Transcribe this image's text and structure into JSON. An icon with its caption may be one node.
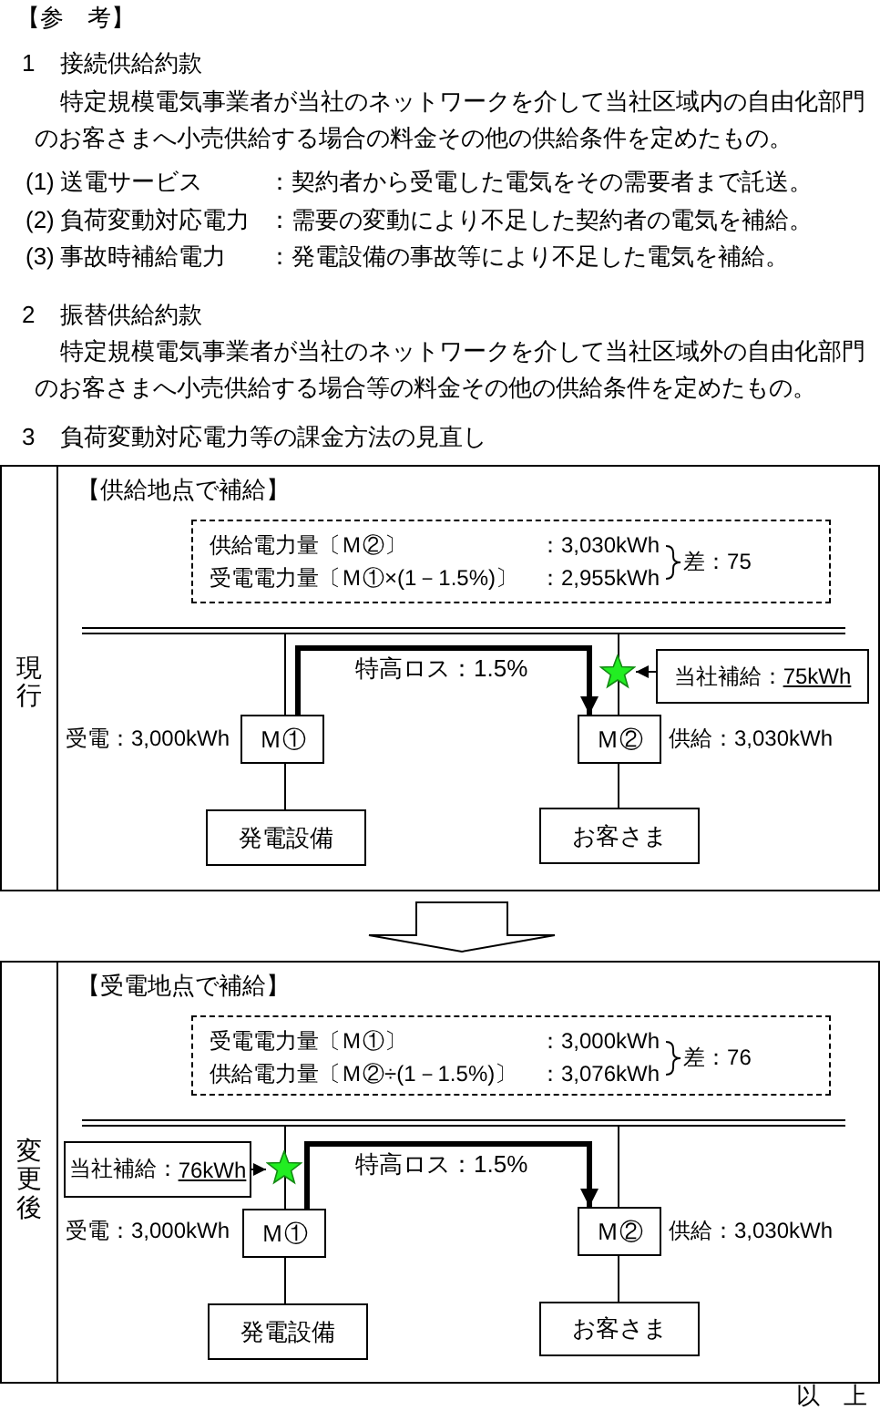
{
  "diagram": {
    "title": "【参　考】",
    "nodes": [
      {
        "text": [
          "現行",
          "【供給地点で補給】"
        ]
      },
      {
        "text": [
          "供給電力量〔Ｍ②〕",
          "：3,030kWh",
          "受電電力量〔Ｍ①×(1－1.5%)〕",
          "：2,955kWh",
          "差：75"
        ],
        "in": 0
      },
      {
        "text": [],
        "shape": "bar",
        "in": 0
      },
      {
        "text": [],
        "shape": "star",
        "in": 0
      },
      {
        "text": [
          "当社補給：",
          "75kWh"
        ],
        "in": 0
      },
      {
        "text": [
          "Ｍ①"
        ],
        "beside": [
          "受電：3,000kWh"
        ],
        "in": 0
      },
      {
        "text": [
          "Ｍ②"
        ],
        "beside": [
          "供給：3,030kWh"
        ],
        "in": 0
      },
      {
        "text": [
          "発電設備"
        ],
        "in": 0
      },
      {
        "text": [
          "お客さま"
        ],
        "in": 0
      },
      {
        "text": [
          "変更後",
          "【受電地点で補給】"
        ]
      },
      {
        "text": [
          "受電電力量〔Ｍ①〕",
          "：3,000kWh",
          "供給電力量〔Ｍ②÷(1－1.5%)〕",
          "：3,076kWh",
          "差：76"
        ],
        "in": 9
      },
      {
        "text": [],
        "shape": "bar",
        "in": 9
      },
      {
        "text": [
          "当社補給：",
          "76kWh"
        ],
        "in": 9
      },
      {
        "text": [],
        "shape": "star",
        "in": 9
      },
      {
        "text": [
          "Ｍ①"
        ],
        "beside": [
          "受電：3,000kWh"
        ],
        "in": 9
      },
      {
        "text": [
          "Ｍ②"
        ],
        "beside": [
          "供給：3,030kWh"
        ],
        "in": 9
      },
      {
        "text": [
          "発電設備"
        ],
        "in": 9
      },
      {
        "text": [
          "お客さま"
        ],
        "in": 9
      }
    ],
    "edges": [
      {
        "from": 2,
        "to": 5,
        "arrow": "none"
      },
      {
        "from": 2,
        "to": 6,
        "arrow": "none"
      },
      {
        "from": 5,
        "to": 7,
        "arrow": "none"
      },
      {
        "from": 6,
        "to": 8,
        "arrow": "none"
      },
      {
        "from": 5,
        "to": 6,
        "arrow": "to",
        "label": "特高ロス：1.5%",
        "style": "thick"
      },
      {
        "from": 4,
        "to": 3,
        "arrow": "to"
      },
      {
        "from": 0,
        "to": 9,
        "arrow": "to"
      },
      {
        "from": 11,
        "to": 14,
        "arrow": "none"
      },
      {
        "from": 11,
        "to": 15,
        "arrow": "none"
      },
      {
        "from": 14,
        "to": 16,
        "arrow": "none"
      },
      {
        "from": 15,
        "to": 17,
        "arrow": "none"
      },
      {
        "from": 14,
        "to": 15,
        "arrow": "to",
        "label": "特高ロス：1.5%",
        "style": "thick"
      },
      {
        "from": 12,
        "to": 13,
        "arrow": "to"
      }
    ],
    "labels": [
      "1",
      "接続供給約款",
      "特定規模電気事業者が当社のネットワークを介して当社区域内の自由化部門のお客さまへ小売供給する場合の料金その他の供給条件を定めたもの。",
      "(1)",
      "送電サービス",
      "：契約者から受電した電気をその需要者まで託送。",
      "(2)",
      "負荷変動対応電力",
      "：需要の変動により不足した契約者の電気を補給。",
      "(3)",
      "事故時補給電力",
      "：発電設備の事故等により不足した電気を補給。",
      "2",
      "振替供給約款",
      "特定規模電気事業者が当社のネットワークを介して当社区域外の自由化部門のお客さまへ小売供給する場合等の料金その他の供給条件を定めたもの。",
      "3",
      "負荷変動対応電力等の課金方法の見直し",
      "以　上"
    ]
  }
}
